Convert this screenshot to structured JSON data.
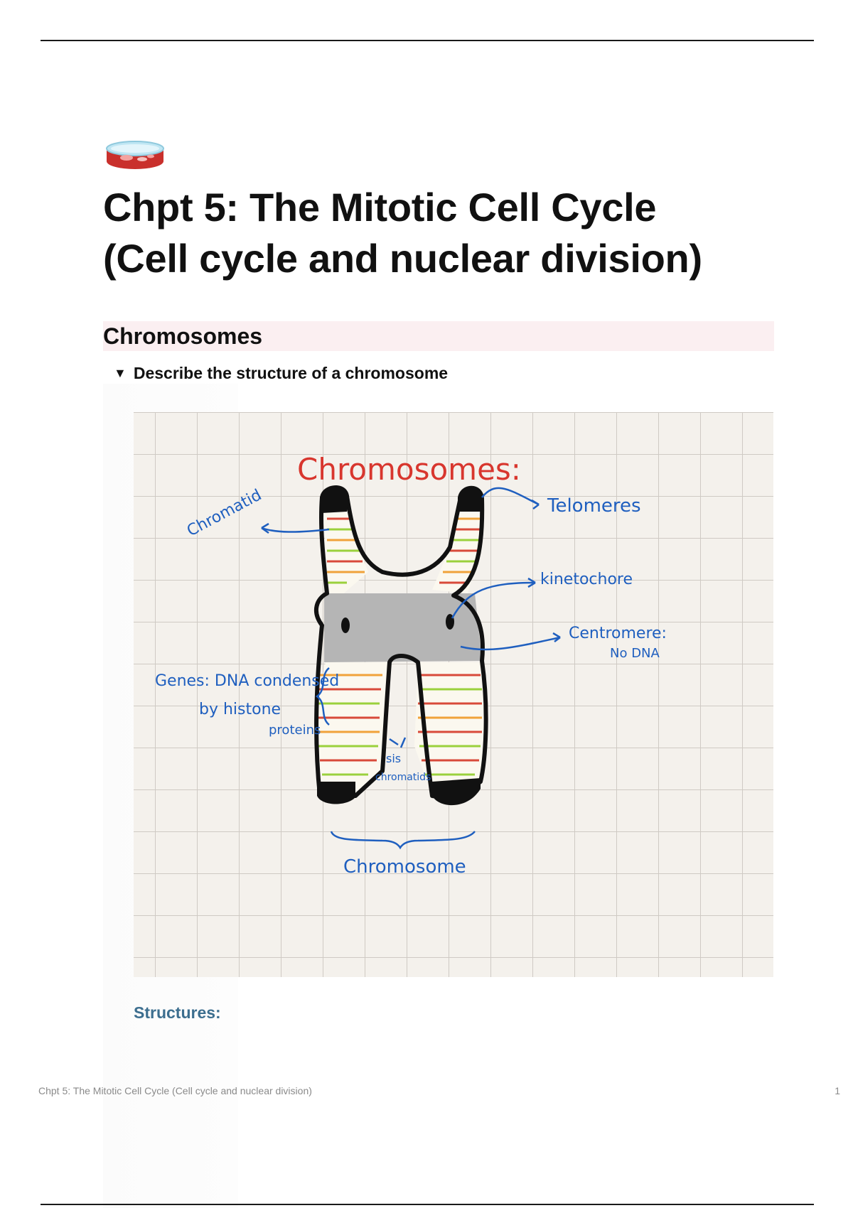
{
  "page": {
    "title_line1": "Chpt 5: The Mitotic Cell Cycle",
    "title_line2": "(Cell cycle and nuclear division)",
    "icon": "petri-dish-icon"
  },
  "section": {
    "heading": "Chromosomes",
    "heading_bg": "#fbeff1"
  },
  "toggle": {
    "arrow": "▼",
    "label": "Describe the structure of a chromosome"
  },
  "sketch": {
    "title": "Chromosomes:",
    "labels": {
      "chromatid": "Chromatid",
      "telomeres": "Telomeres",
      "kinetochore": "kinetochore",
      "centromere_1": "Centromere:",
      "centromere_2": "No DNA",
      "genes_1": "Genes: DNA condensed",
      "genes_2": "by histone",
      "genes_3": "proteins",
      "sister_1": "sis",
      "sister_2": "chromatids",
      "chromosome": "Chromosome"
    },
    "colors": {
      "title": "#d8362e",
      "labels": "#1f5fbf",
      "grid_bg": "#f4f1ec",
      "grid_line": "#cfcac4",
      "centromere": "#b5b5b5",
      "band_red": "#d84a3a",
      "band_green": "#9bd13c",
      "band_orange": "#f0a23a"
    }
  },
  "structures": {
    "label": "Structures:",
    "color": "#3c6e8f"
  },
  "footer": {
    "title": "Chpt 5: The Mitotic Cell Cycle (Cell cycle and nuclear division)",
    "page_number": "1"
  }
}
